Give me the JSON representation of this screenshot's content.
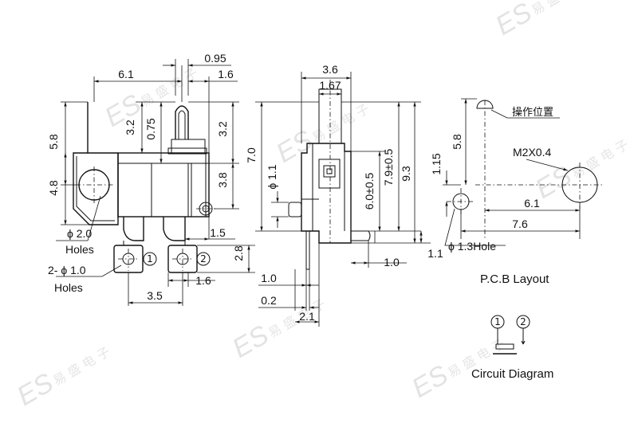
{
  "watermark": {
    "brand": "ES",
    "chars": "易 盛 电 子"
  },
  "front_view": {
    "dim_top_width": "6.1",
    "dim_stem_width": "0.95",
    "dim_right_offset": "1.6",
    "dim_left_upper": "5.8",
    "dim_left_lower": "4.8",
    "dim_inner_a": "3.2",
    "dim_inner_b": "0.75",
    "dim_right_upper": "3.2",
    "dim_right_lower": "3.8",
    "dim_pin_offset": "1.5",
    "dim_pin_height": "2.8",
    "dim_pin_gap": "1.6",
    "dim_pin_pitch": "3.5",
    "hole_large_label": "ϕ 2.0",
    "hole_large_sub": "Holes",
    "hole_small_label": "2- ϕ 1.0",
    "hole_small_sub": "Holes",
    "pin1": "1",
    "pin2": "2"
  },
  "side_view": {
    "dim_width": "3.6",
    "dim_stem": "1.67",
    "dim_height_left": "7.0",
    "dim_shaft": "ϕ 1.1",
    "dim_a": "6.0±0.5",
    "dim_b": "7.9±0.5",
    "dim_total": "9.3",
    "dim_bottom_right": "1.0",
    "dim_right_small": "1.1",
    "dim_left_1": "1.0",
    "dim_left_2": "0.2",
    "dim_base": "2.1"
  },
  "pcb": {
    "actuator_label": "操作位置",
    "thread_label": "M2X0.4",
    "dim_v_upper": "5.8",
    "dim_v_lower": "1.15",
    "dim_h_short": "6.1",
    "dim_h_long": "7.6",
    "hole_label": "ϕ 1.3Hole",
    "title": "P.C.B Layout"
  },
  "circuit": {
    "pin1": "1",
    "pin2": "2",
    "title": "Circuit Diagram"
  }
}
